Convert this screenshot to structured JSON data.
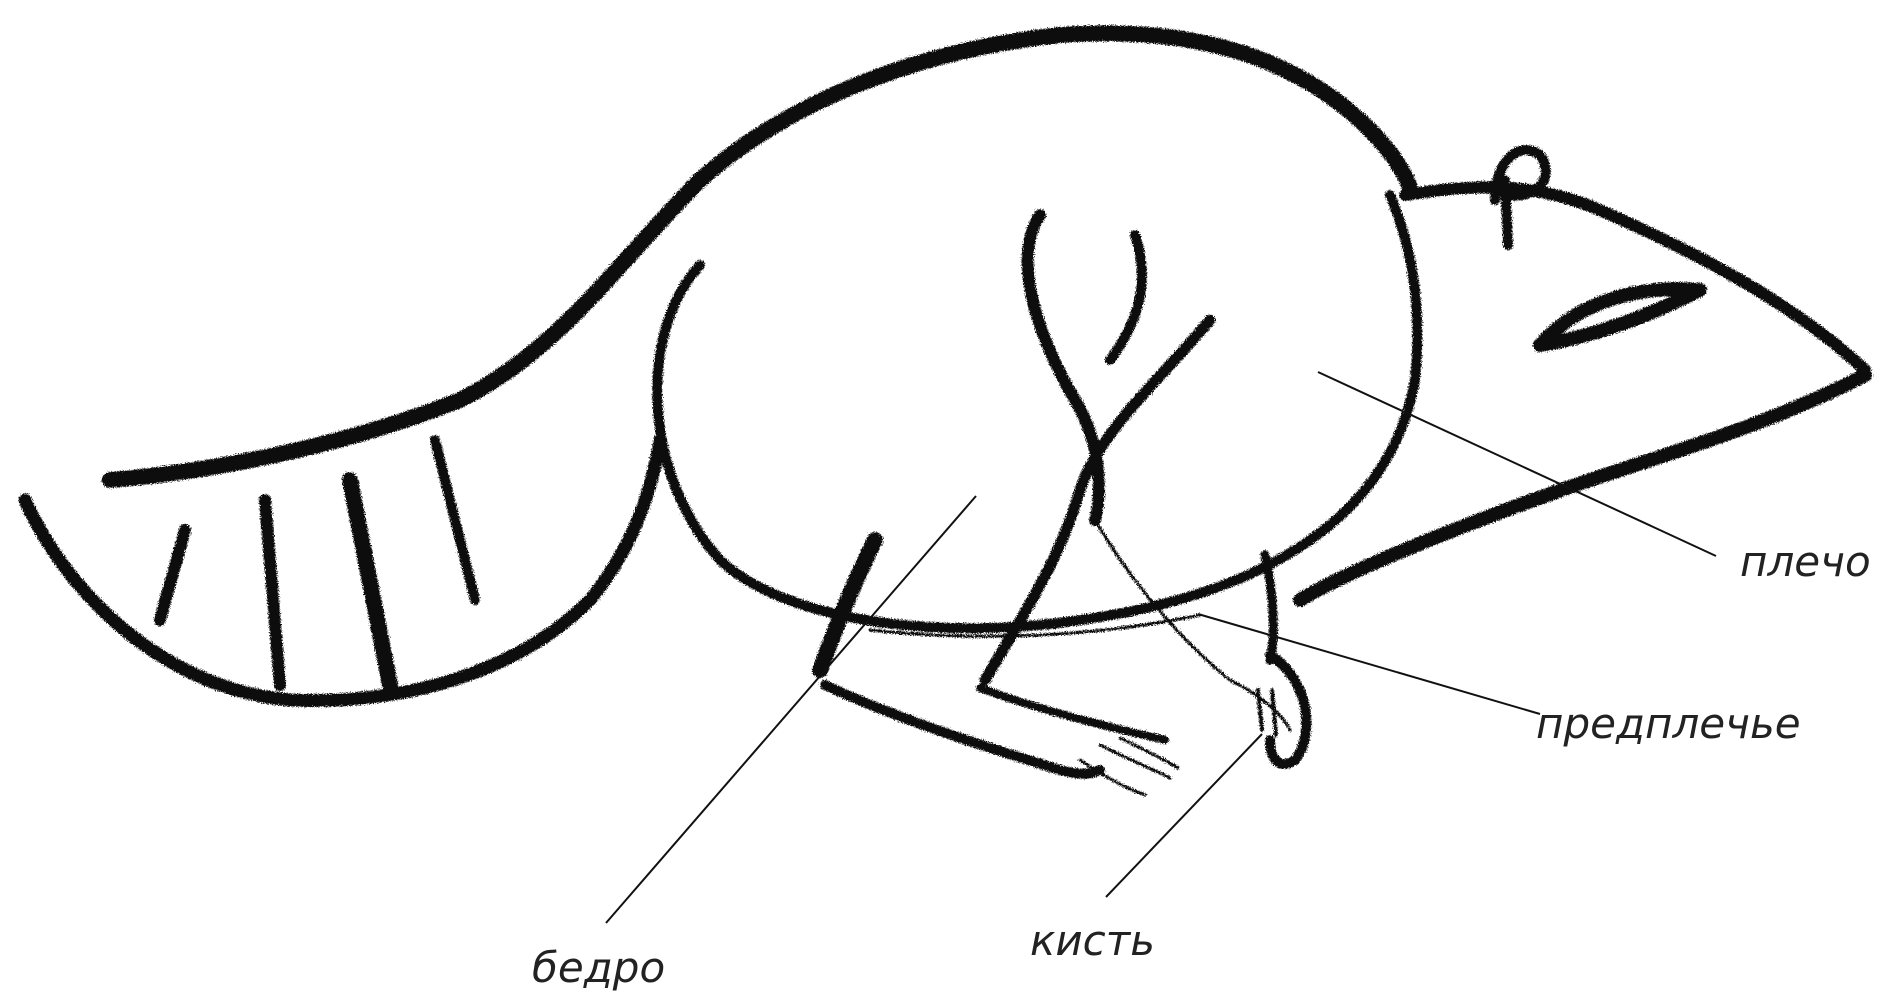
{
  "labels": {
    "shoulder": "плечо",
    "forearm": "предплечье",
    "thigh": "бедро",
    "hand": "кисть"
  },
  "colors": {
    "ink": "#111111",
    "label": "#222222",
    "background": "#ffffff"
  }
}
